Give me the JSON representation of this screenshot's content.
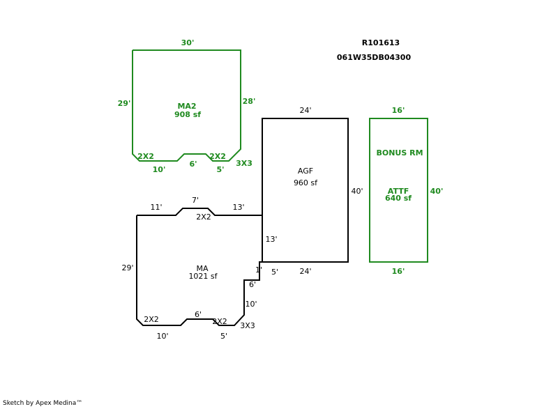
{
  "header": {
    "account": "R101613",
    "map_number": "061W35DB04300"
  },
  "colors": {
    "green": "#1f8a1f",
    "black": "#000000"
  },
  "ma2": {
    "name": "MA2",
    "area": "908 sf",
    "top": "30'",
    "left": "29'",
    "right": "28'",
    "bottom_left": "10'",
    "bottom_mid": "6'",
    "bottom_right": "5'",
    "bump_left": "2X2",
    "bump_right": "2X2",
    "corner": "3X3"
  },
  "agf": {
    "name": "AGF",
    "area": "960 sf",
    "top": "24'",
    "right": "40'",
    "bottom": "24'",
    "left": "13'"
  },
  "attf": {
    "name": "ATTF",
    "area": "640 sf",
    "label": "BONUS RM",
    "top": "16'",
    "right": "40'",
    "bottom": "16'"
  },
  "ma": {
    "name": "MA",
    "area": "1021 sf",
    "top_left": "11'",
    "top_bump": "7'",
    "top_bump_size": "2X2",
    "top_right": "13'",
    "left": "29'",
    "step_1": "1'",
    "step_5": "5'",
    "step_6": "6'",
    "step_10": "10'",
    "bottom_left": "10'",
    "bottom_mid": "6'",
    "bottom_right": "5'",
    "bump_left": "2X2",
    "bump_right": "2X2",
    "corner": "3X3"
  },
  "footer": {
    "credit": "Sketch by Apex Medina™"
  }
}
